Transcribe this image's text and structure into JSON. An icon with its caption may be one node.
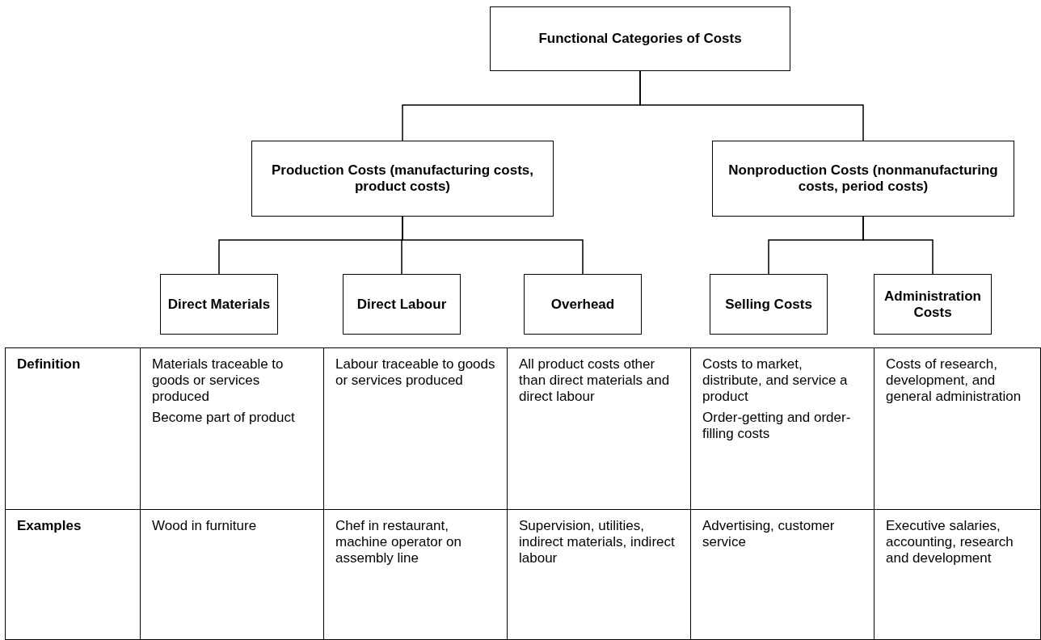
{
  "diagram": {
    "nodes": [
      {
        "text": [
          "Functional Categories of Costs"
        ]
      },
      {
        "text": [
          "Production Costs (manufacturing costs, product costs)"
        ]
      },
      {
        "text": [
          "Nonproduction Costs (nonmanufacturing costs, period costs)"
        ]
      },
      {
        "text": [
          "Direct Materials"
        ]
      },
      {
        "text": [
          "Direct Labour"
        ]
      },
      {
        "text": [
          "Overhead"
        ]
      },
      {
        "text": [
          "Selling Costs"
        ]
      },
      {
        "text": [
          "Administration Costs"
        ]
      }
    ],
    "edges": [
      {
        "from": 0,
        "to": 1,
        "arrow": "none"
      },
      {
        "from": 0,
        "to": 2,
        "arrow": "none"
      },
      {
        "from": 1,
        "to": 3,
        "arrow": "none"
      },
      {
        "from": 1,
        "to": 4,
        "arrow": "none"
      },
      {
        "from": 1,
        "to": 5,
        "arrow": "none"
      },
      {
        "from": 2,
        "to": 6,
        "arrow": "none"
      },
      {
        "from": 2,
        "to": 7,
        "arrow": "none"
      }
    ],
    "labels": [
      "Definition",
      "Materials traceable to goods or services produced",
      "Become part of product",
      "Labour traceable to goods or services produced",
      "All product costs other than direct materials and direct labour",
      "Costs to market, distribute, and service a product",
      "Order-getting and order-filling costs",
      "Costs of research, development, and general administration",
      "Examples",
      "Wood in furniture",
      "Chef in restaurant, machine operator on assembly line",
      "Supervision, utilities, indirect materials, indirect labour",
      "Advertising, customer service",
      "Executive salaries, accounting, research and development"
    ]
  }
}
